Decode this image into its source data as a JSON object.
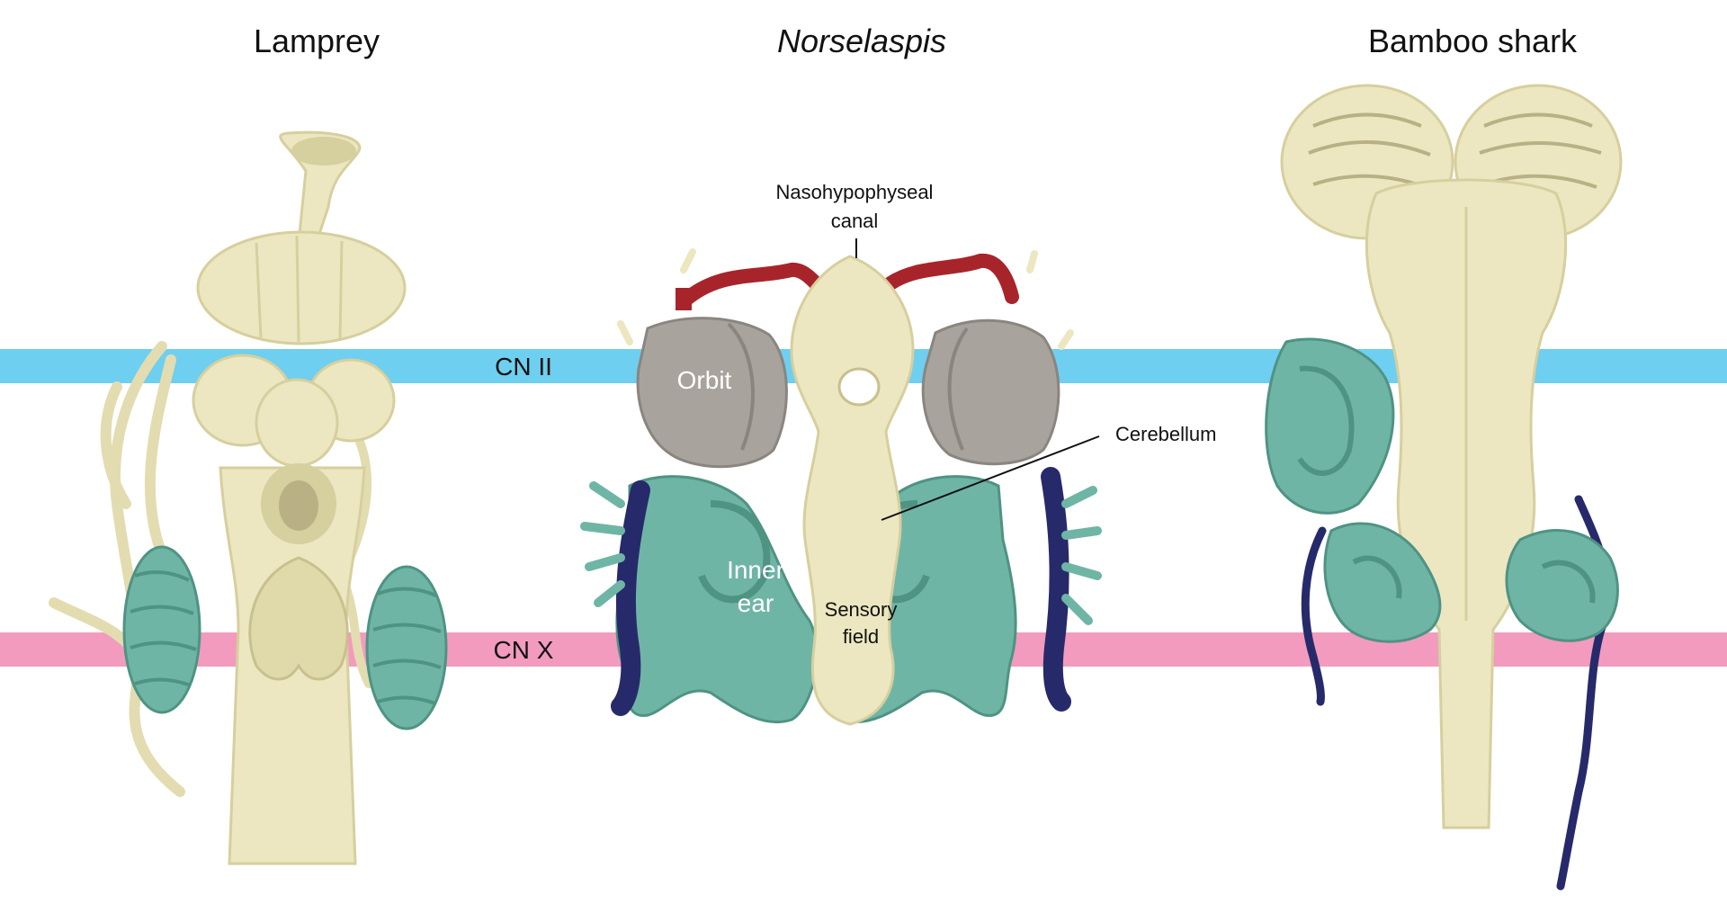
{
  "titles": {
    "left": "Lamprey",
    "center": "Norselaspis",
    "right": "Bamboo shark"
  },
  "bands": {
    "upper": {
      "label": "CN II",
      "color": "#6ecff0"
    },
    "lower": {
      "label": "CN X",
      "color": "#f29bbf"
    }
  },
  "labels": {
    "nasohypophyseal_line1": "Nasohypophyseal",
    "nasohypophyseal_line2": "canal",
    "cerebellum": "Cerebellum",
    "orbit": "Orbit",
    "inner_ear_line1": "Inner",
    "inner_ear_line2": "ear",
    "sensory_line1": "Sensory",
    "sensory_line2": "field"
  },
  "colors": {
    "brain": "#ece7c0",
    "brain_shade": "#d6cf9e",
    "ear": "#6fb5a6",
    "ear_shade": "#4f9383",
    "orbit": "#a8a39c",
    "nerve_dark": "#262a6b",
    "vessel_red": "#a8242b"
  }
}
